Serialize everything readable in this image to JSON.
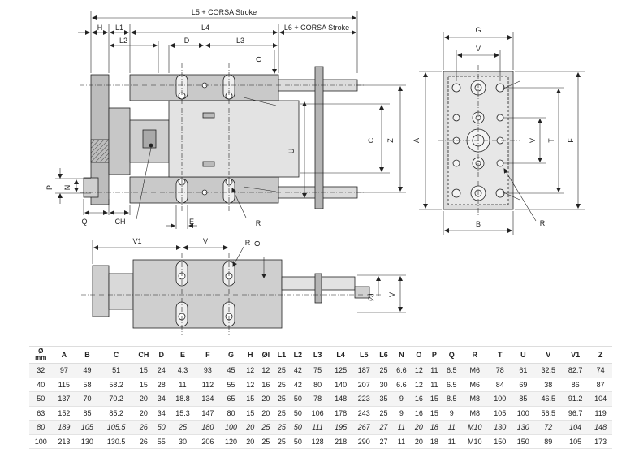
{
  "drawing": {
    "labels": {
      "L5_stroke": "L5 + CORSA Stroke",
      "L6_stroke": "L6 + CORSA Stroke",
      "H": "H",
      "L1": "L1",
      "L2": "L2",
      "L4": "L4",
      "D": "D",
      "L3": "L3",
      "O_top": "O",
      "C": "C",
      "Z": "Z",
      "U": "U",
      "P": "P",
      "N": "N",
      "Q": "Q",
      "CH": "CH",
      "E": "E",
      "R_side": "R",
      "G": "G",
      "V_end_top": "V",
      "A": "A",
      "F": "F",
      "T": "T",
      "V_end_side": "V",
      "B": "B",
      "R_end": "R",
      "V1": "V1",
      "V_top": "V",
      "R_top": "R",
      "O_bottom": "O",
      "OI": "ØI",
      "V_right": "V"
    }
  },
  "table": {
    "header_bore": "Ø",
    "header_bore_unit": "mm",
    "columns": [
      "A",
      "B",
      "C",
      "CH",
      "D",
      "E",
      "F",
      "G",
      "H",
      "ØI",
      "L1",
      "L2",
      "L3",
      "L4",
      "L5",
      "L6",
      "N",
      "O",
      "P",
      "Q",
      "R",
      "T",
      "U",
      "V",
      "V1",
      "Z"
    ],
    "rows": [
      {
        "bore": "32",
        "italic": false,
        "values": [
          "97",
          "49",
          "51",
          "15",
          "24",
          "4.3",
          "93",
          "45",
          "12",
          "12",
          "25",
          "42",
          "75",
          "125",
          "187",
          "25",
          "6.6",
          "12",
          "11",
          "6.5",
          "M6",
          "78",
          "61",
          "32.5",
          "82.7",
          "74"
        ]
      },
      {
        "bore": "40",
        "italic": false,
        "values": [
          "115",
          "58",
          "58.2",
          "15",
          "28",
          "11",
          "112",
          "55",
          "12",
          "16",
          "25",
          "42",
          "80",
          "140",
          "207",
          "30",
          "6.6",
          "12",
          "11",
          "6.5",
          "M6",
          "84",
          "69",
          "38",
          "86",
          "87"
        ]
      },
      {
        "bore": "50",
        "italic": false,
        "values": [
          "137",
          "70",
          "70.2",
          "20",
          "34",
          "18.8",
          "134",
          "65",
          "15",
          "20",
          "25",
          "50",
          "78",
          "148",
          "223",
          "35",
          "9",
          "16",
          "15",
          "8.5",
          "M8",
          "100",
          "85",
          "46.5",
          "91.2",
          "104"
        ]
      },
      {
        "bore": "63",
        "italic": false,
        "values": [
          "152",
          "85",
          "85.2",
          "20",
          "34",
          "15.3",
          "147",
          "80",
          "15",
          "20",
          "25",
          "50",
          "106",
          "178",
          "243",
          "25",
          "9",
          "16",
          "15",
          "9",
          "M8",
          "105",
          "100",
          "56.5",
          "96.7",
          "119"
        ]
      },
      {
        "bore": "80",
        "italic": true,
        "values": [
          "189",
          "105",
          "105.5",
          "26",
          "50",
          "25",
          "180",
          "100",
          "20",
          "25",
          "25",
          "50",
          "111",
          "195",
          "267",
          "27",
          "11",
          "20",
          "18",
          "11",
          "M10",
          "130",
          "130",
          "72",
          "104",
          "148"
        ]
      },
      {
        "bore": "100",
        "italic": false,
        "values": [
          "213",
          "130",
          "130.5",
          "26",
          "55",
          "30",
          "206",
          "120",
          "20",
          "25",
          "25",
          "50",
          "128",
          "218",
          "290",
          "27",
          "11",
          "20",
          "18",
          "11",
          "M10",
          "150",
          "150",
          "89",
          "105",
          "173"
        ]
      }
    ]
  }
}
